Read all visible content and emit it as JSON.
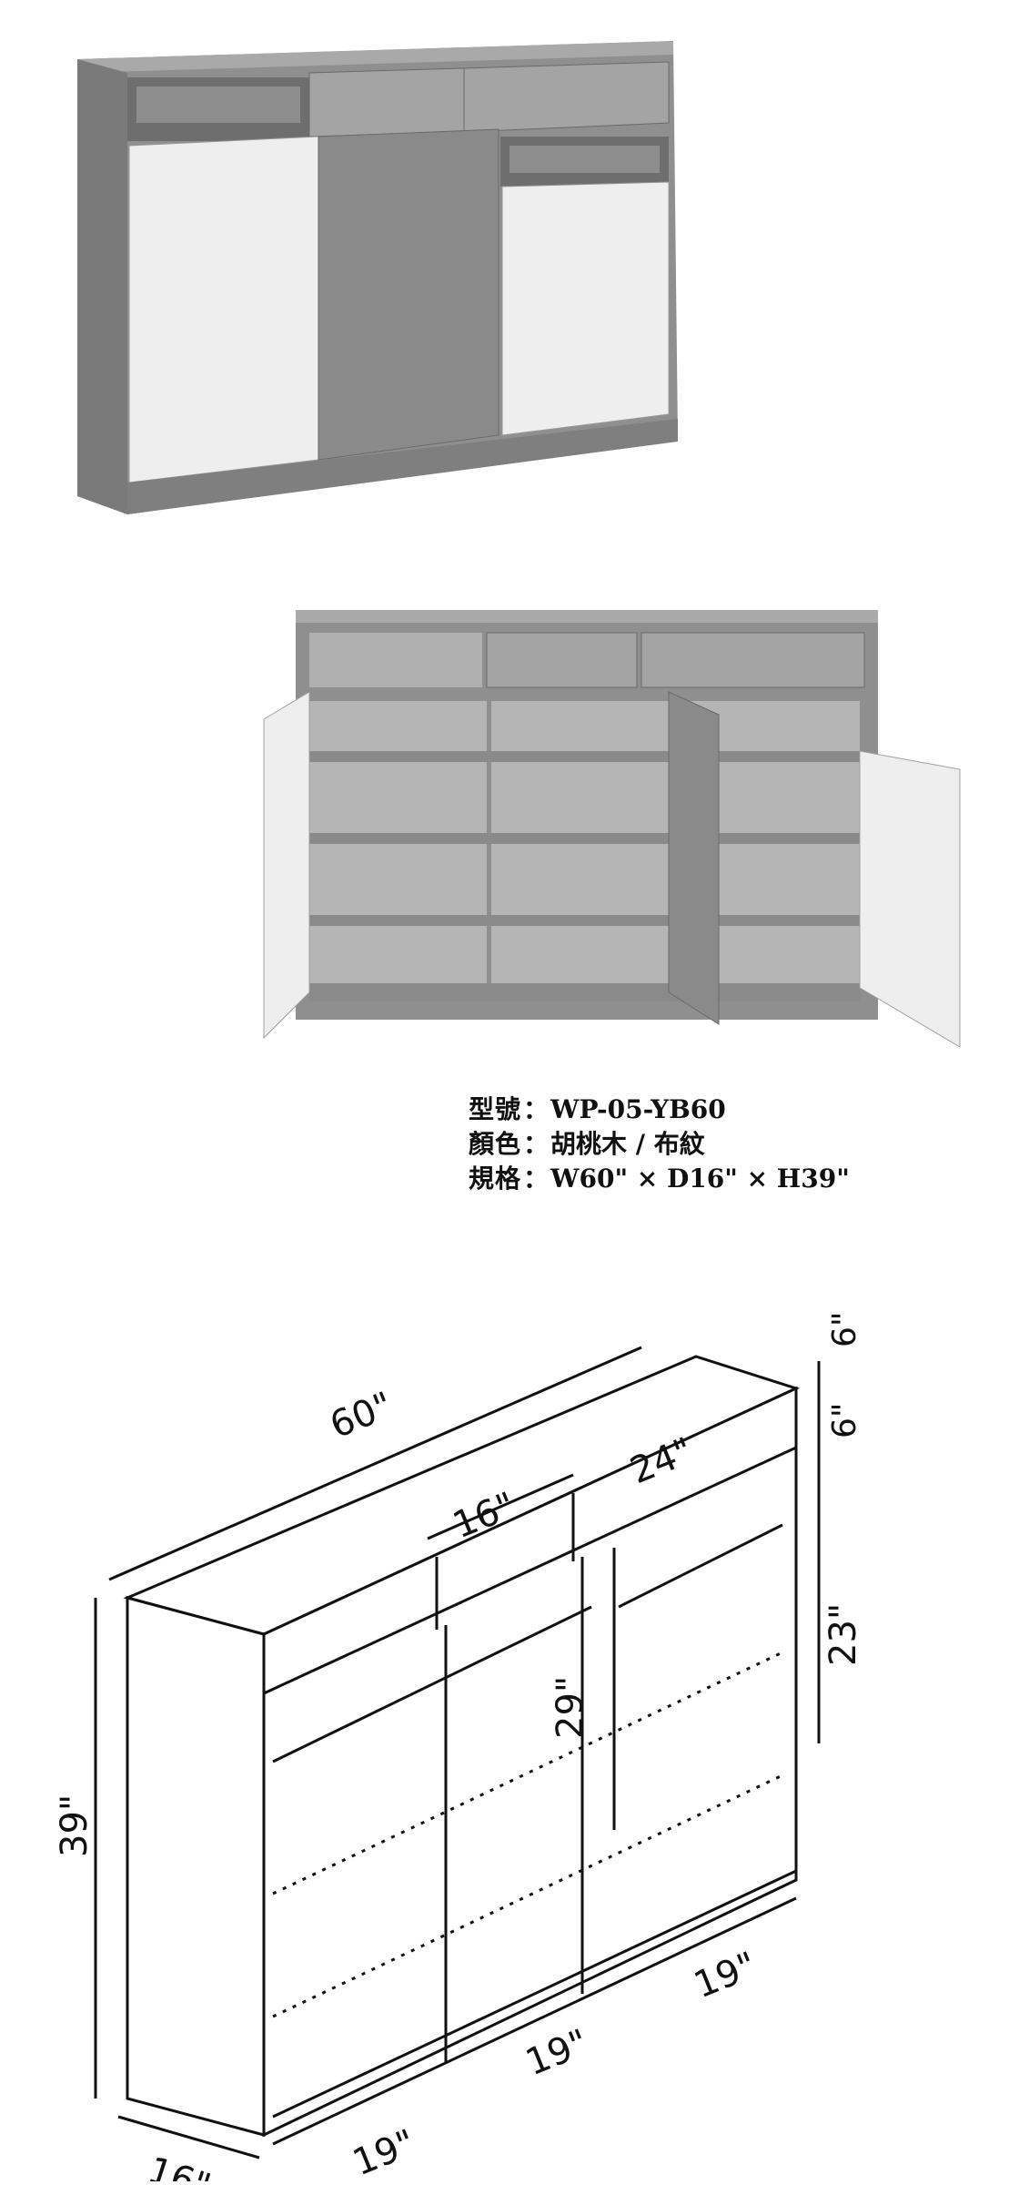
{
  "specs": [
    {
      "key": "型號",
      "sep": "：",
      "value": "WP-05-YB60"
    },
    {
      "key": "顏色",
      "sep": "：",
      "value": "胡桃木 / 布紋"
    },
    {
      "key": "規格",
      "sep": "：",
      "value": "W60\" × D16\" × H39\""
    }
  ],
  "dimensions": {
    "width": "60\"",
    "depth": "16\"",
    "height": "39\"",
    "drawer_small": "16\"",
    "drawer_large": "24\"",
    "top_gap": "6\"",
    "drawer_height": "6\"",
    "door_height": "23\"",
    "middle_height": "29\"",
    "section_1": "19\"",
    "section_2": "19\"",
    "section_3": "19\""
  },
  "colors": {
    "wood": "#9a9a9a",
    "wood_dark": "#7d7d7d",
    "wood_light": "#b7b7b7",
    "white_door": "#eeeeee",
    "line": "#111111"
  }
}
